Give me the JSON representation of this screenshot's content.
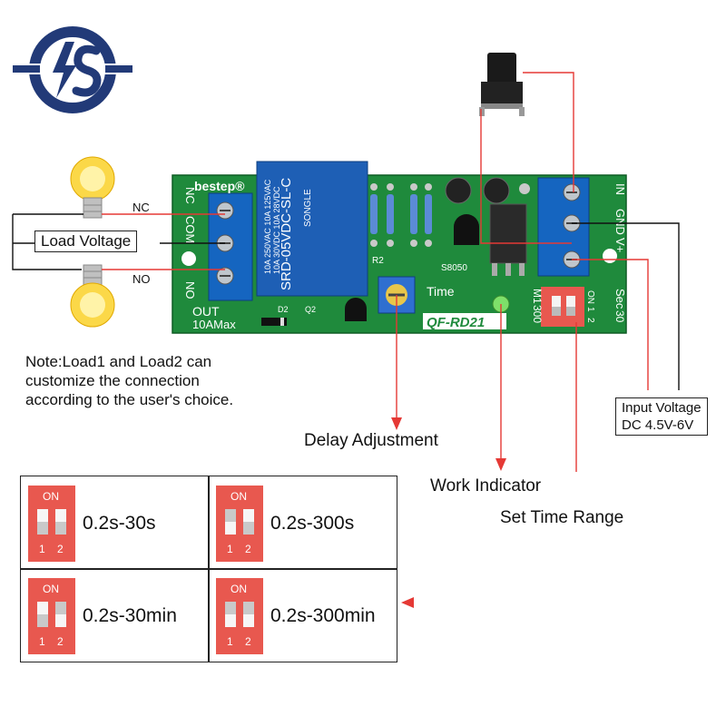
{
  "brand": {
    "logo_name": "is-logo"
  },
  "board": {
    "brand_text": "bestep®",
    "model": "QF-RD21",
    "time_label": "Time",
    "out_label": "OUT",
    "current_label": "10AMax",
    "left_terminals": [
      "NC",
      "COM",
      "NO"
    ],
    "right_terminals": [
      "GND",
      "IN",
      "V+"
    ],
    "transistor_label": "S8050",
    "resistor_label": "R2",
    "d2_label": "D2",
    "q2_label": "Q2",
    "sec_label": "Sec",
    "m1_label": "M1",
    "on_label": "ON",
    "dip_30": "30",
    "dip_300": "300",
    "dip_numbers": [
      "1",
      "2"
    ],
    "relay": {
      "brand": "SONGLE",
      "model": "SRD-05VDC-SL-C",
      "line1": "10A 250VAC 10A 125VAC",
      "line2": "10A 30VDC 10A 28VDC"
    }
  },
  "loads": {
    "nc_label": "NC",
    "no_label": "NO",
    "load_voltage": "Load Voltage"
  },
  "note": [
    "Note:Load1 and Load2 can",
    "customize the connection",
    "according to the user's choice."
  ],
  "callouts": {
    "delay": "Delay Adjustment",
    "work": "Work Indicator",
    "set_time": "Set Time Range",
    "input_voltage_line1": "Input Voltage",
    "input_voltage_line2": "DC 4.5V-6V"
  },
  "table": {
    "on_label": "ON",
    "cells": [
      {
        "range": "0.2s-30s",
        "sw1": "down",
        "sw2": "down"
      },
      {
        "range": "0.2s-300s",
        "sw1": "up",
        "sw2": "down"
      },
      {
        "range": "0.2s-30min",
        "sw1": "down",
        "sw2": "up"
      },
      {
        "range": "0.2s-300min",
        "sw1": "up",
        "sw2": "up"
      }
    ],
    "switch_numbers": [
      "1",
      "2"
    ]
  },
  "colors": {
    "pcb": "#1f8a3c",
    "terminal": "#1565c0",
    "relay": "#1e5fb5",
    "wire": "#e53935",
    "dip": "#e8584f",
    "logo": "#223a78"
  }
}
